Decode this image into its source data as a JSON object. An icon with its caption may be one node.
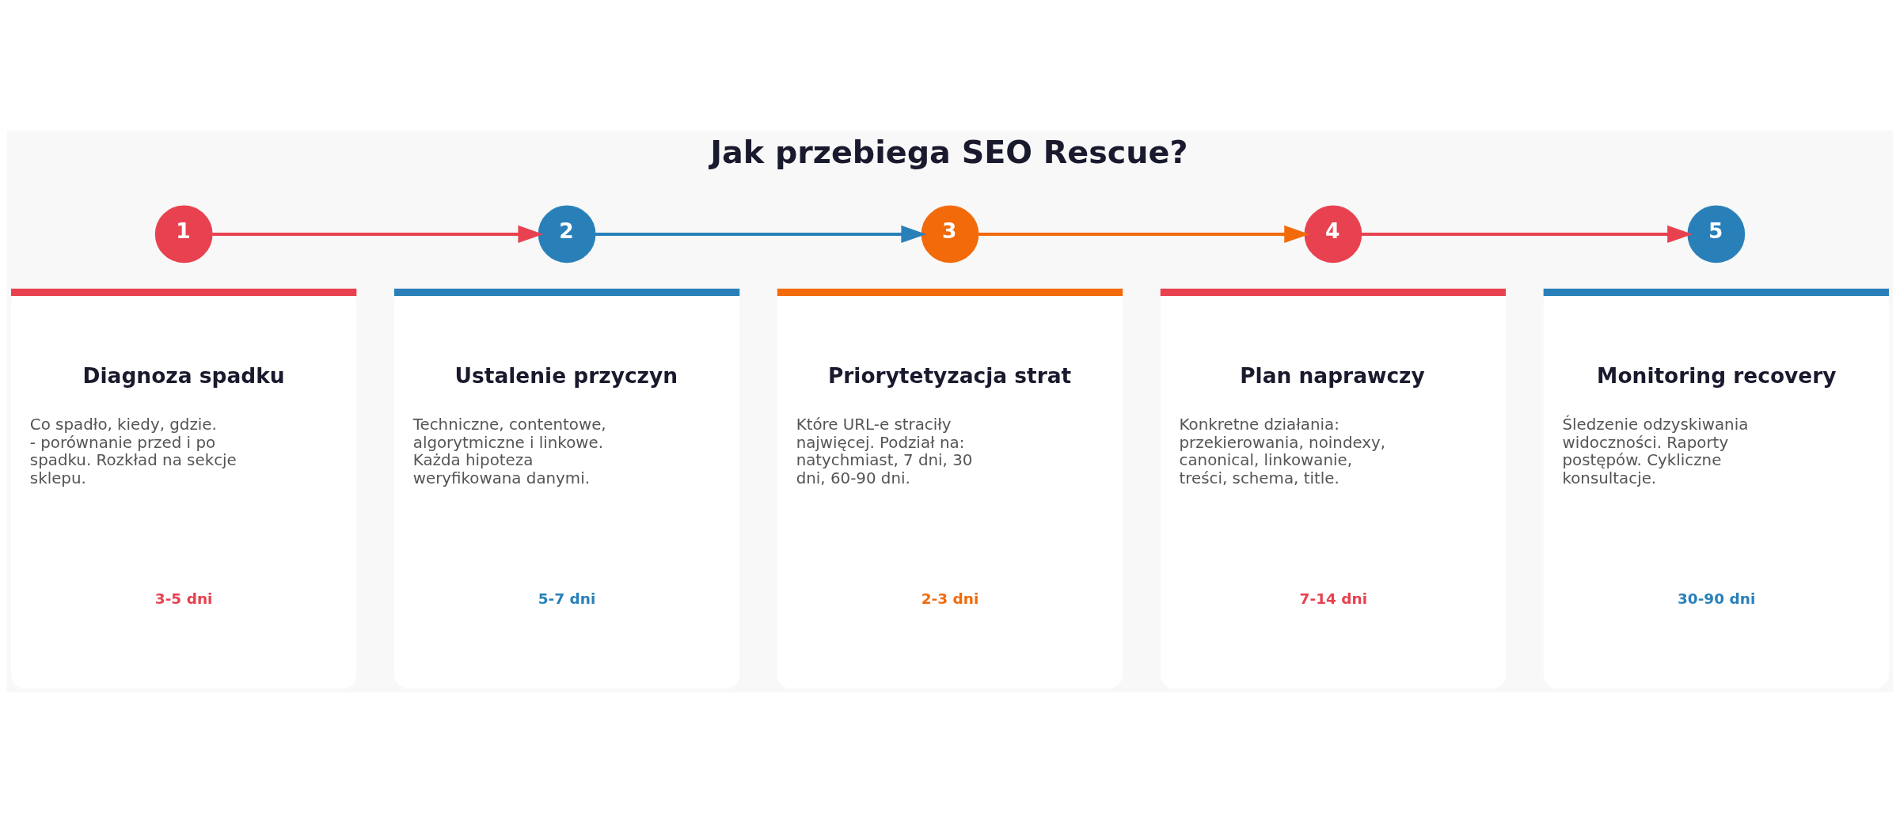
{
  "diagram": {
    "title": "Jak przebiega SEO Rescue?",
    "nodes": [
      {
        "text": [
          "1"
        ]
      },
      {
        "text": [
          "2"
        ]
      },
      {
        "text": [
          "3"
        ]
      },
      {
        "text": [
          "4"
        ]
      },
      {
        "text": [
          "5"
        ]
      },
      {
        "text": [
          "Diagnoza spadku",
          "Co spadło, kiedy, gdzie. - porównanie przed i po spadku. Rozkład na sekcje sklepu.",
          "3-5 dni"
        ]
      },
      {
        "text": [
          "Ustalenie przyczyn",
          "Techniczne, contentowe, algorytmiczne i linkowe. Każda hipoteza weryfikowana danymi.",
          "5-7 dni"
        ]
      },
      {
        "text": [
          "Priorytetyzacja strat",
          "Które URL-e straciły najwięcej. Podział na: natychmiast, 7 dni, 30 dni, 60-90 dni.",
          "2-3 dni"
        ]
      },
      {
        "text": [
          "Plan naprawczy",
          "Konkretne działania: przekierowania, noindexy, canonical, linkowanie, treści, schema, title.",
          "7-14 dni"
        ]
      },
      {
        "text": [
          "Monitoring recovery",
          "Śledzenie odzyskiwania widoczności. Raporty postępów. Cykliczne konsultacje.",
          "30-90 dni"
        ]
      }
    ],
    "edges": [
      {
        "from": 0,
        "to": 1,
        "arrow": "to",
        "color": "#e8414f"
      },
      {
        "from": 1,
        "to": 2,
        "arrow": "to",
        "color": "#2980b9"
      },
      {
        "from": 2,
        "to": 3,
        "arrow": "to",
        "color": "#f26a0a"
      },
      {
        "from": 3,
        "to": 4,
        "arrow": "to",
        "color": "#e8414f"
      }
    ]
  }
}
